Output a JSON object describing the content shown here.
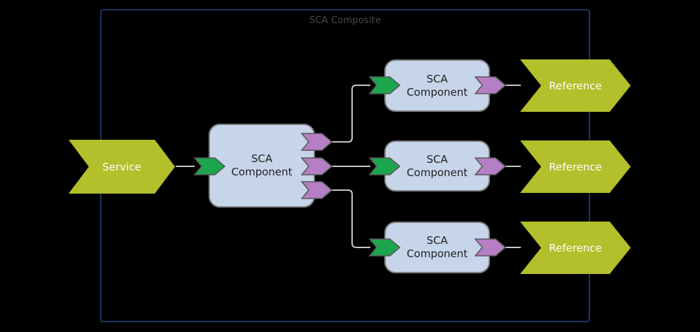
{
  "diagram": {
    "title": "SCA Composite",
    "service": {
      "label": "Service"
    },
    "central_component": {
      "label": "SCA Component"
    },
    "sub_components": [
      {
        "label": "SCA Component"
      },
      {
        "label": "SCA Component"
      },
      {
        "label": "SCA Component"
      }
    ],
    "references": [
      {
        "label": "Reference"
      },
      {
        "label": "Reference"
      },
      {
        "label": "Reference"
      }
    ],
    "icons": {
      "service_port": "green-chevron-icon",
      "reference_port": "purple-chevron-icon"
    },
    "colors": {
      "background": "#000000",
      "composite_border": "#17375E",
      "title_text": "#4A4A4A",
      "arrow_fill": "#B3BF2B",
      "arrow_text": "#FFFFFF",
      "component_fill": "#C7D5EA",
      "component_border": "#7F7F7F",
      "component_text": "#1F1F1F",
      "service_port_fill": "#1BA54D",
      "reference_port_fill": "#B67EC5",
      "port_border": "#595959",
      "wire": "#C6C6C6"
    }
  }
}
